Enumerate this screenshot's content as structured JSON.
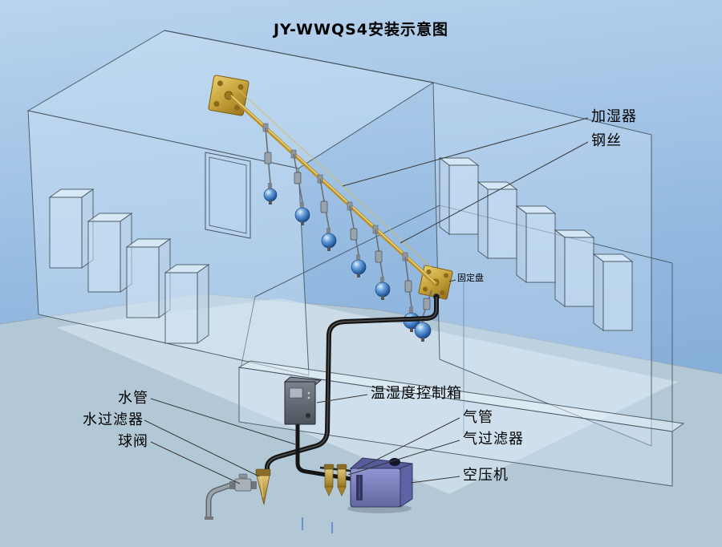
{
  "title": "JY-WWQS4安装示意图",
  "labels": {
    "humidifier": "加湿器",
    "steel_wire": "钢丝",
    "fixing_plate": "固定盘",
    "controller": "温湿度控制箱",
    "water_pipe": "水管",
    "water_filter": "水过滤器",
    "ball_valve": "球阀",
    "air_pipe": "气管",
    "air_filter": "气过滤器",
    "air_compressor": "空压机"
  },
  "colors": {
    "sky_top": "#b9d4ee",
    "sky_bottom": "#7ca7d3",
    "ground": "#b3c8d7",
    "wireframe_line": "#47555f",
    "spray_pipe_gold": "#c6a23a",
    "black_pipe": "#151515",
    "nozzle_blue": "#2a62a8",
    "compressor_purple": "#7e83c6",
    "filter_amber": "#c9a34e",
    "label_text": "#000000"
  }
}
